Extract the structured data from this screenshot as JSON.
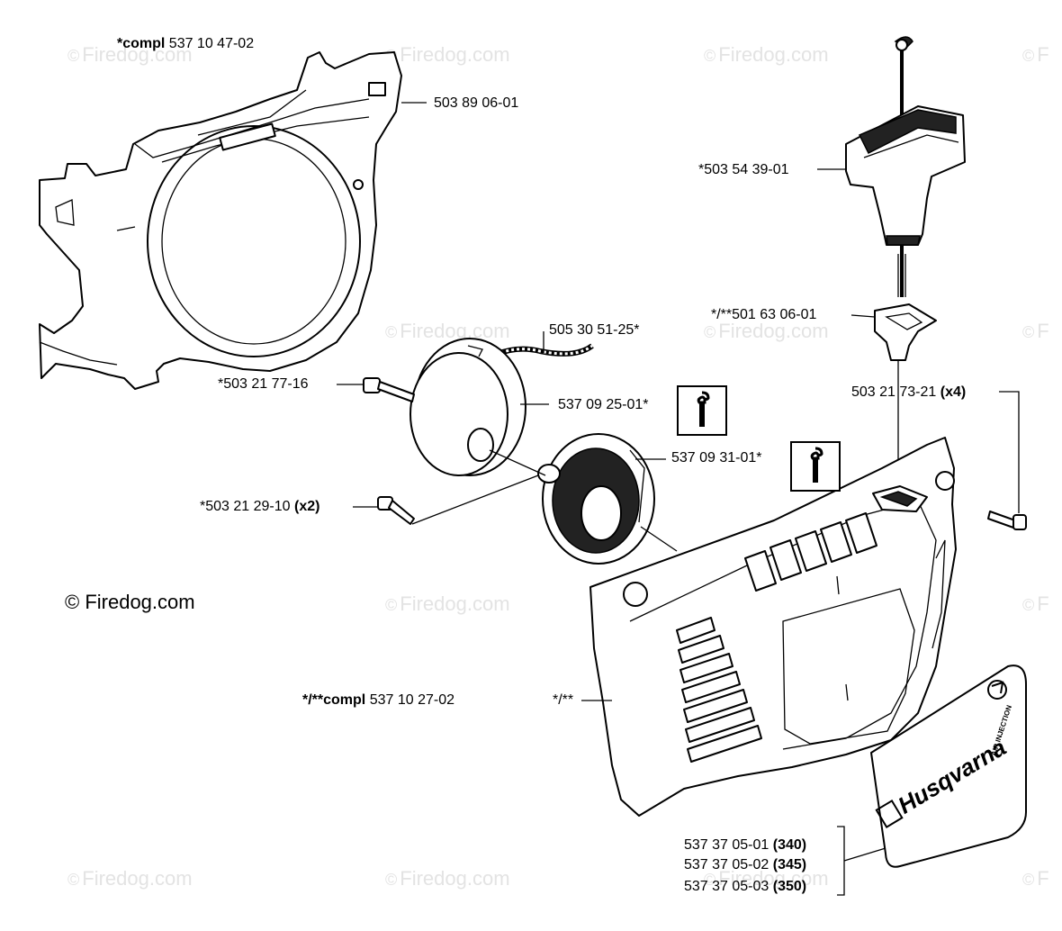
{
  "watermark": "Firedog.com",
  "copyright_notice": "Firedog.com",
  "labels": {
    "compl_top": {
      "bold": "*compl",
      "text": " 537 10 47-02"
    },
    "p503890601": {
      "text": "503 89 06-01"
    },
    "p503543901": {
      "text": "*503 54 39-01"
    },
    "p501630601": {
      "text": "*/**501 63 06-01"
    },
    "p505305125": {
      "text": "505 30 51-25*"
    },
    "p503217716": {
      "text": "*503 21 77-16"
    },
    "p537092501": {
      "text": "537 09 25-01*"
    },
    "p503217321": {
      "text": "503 21 73-21 ",
      "bold": "(x4)"
    },
    "p537093101": {
      "text": "537 09 31-01*"
    },
    "p503212910": {
      "text": "*503 21 29-10 ",
      "bold": "(x2)"
    },
    "compl_cover": {
      "bold": "*/**compl",
      "text": " 537 10 27-02"
    },
    "cover_mark": {
      "text": "*/**"
    },
    "decal_340": {
      "text": "537 37 05-01 ",
      "bold": "(340)"
    },
    "decal_345": {
      "text": "537 37 05-02 ",
      "bold": "(345)"
    },
    "decal_350": {
      "text": "537 37 05-03 ",
      "bold": "(350)"
    }
  },
  "decal": {
    "brand": "Husqvarna",
    "feature": "AIR INJECTION"
  },
  "icons": {
    "info_icon": "info-icon"
  }
}
